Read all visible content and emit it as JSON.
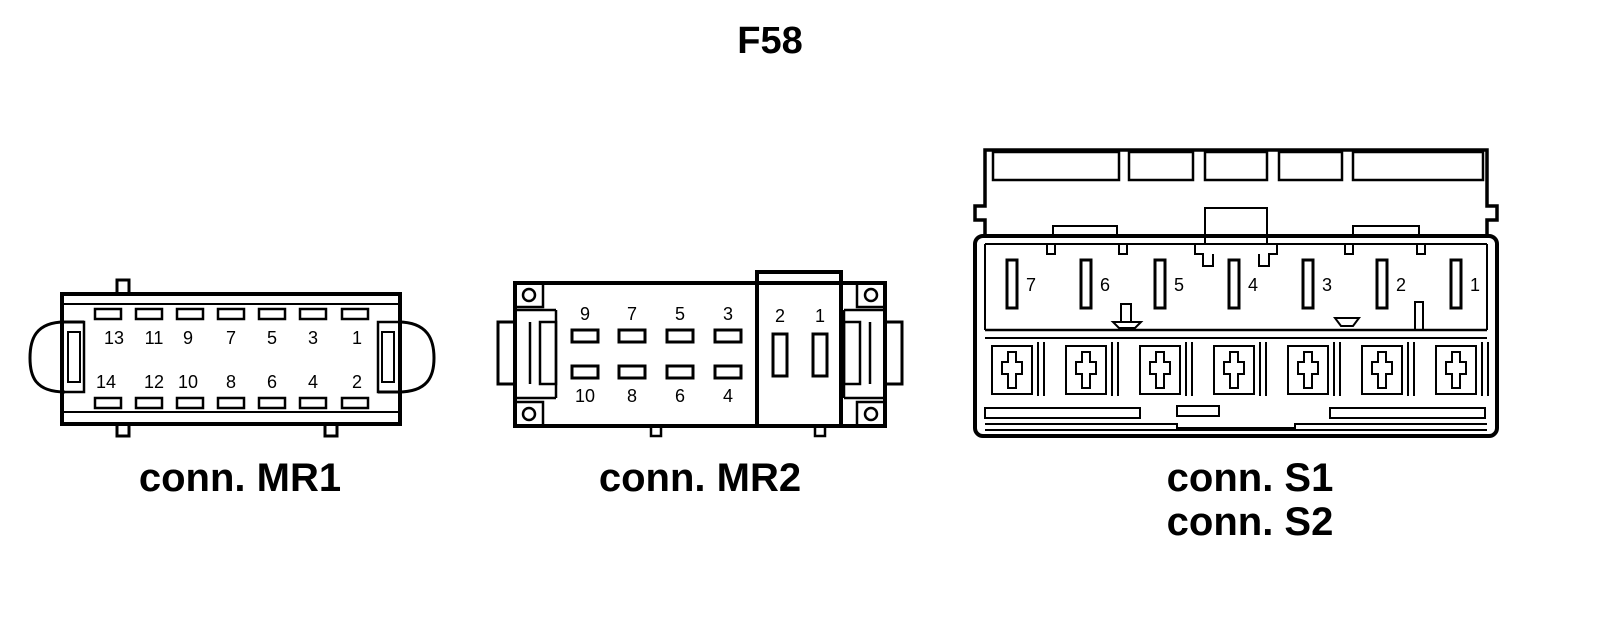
{
  "title": "F58",
  "connectors": {
    "mr1": {
      "caption": "conn. MR1",
      "top_pins": [
        "13",
        "11",
        "9",
        "7",
        "5",
        "3",
        "1"
      ],
      "bottom_pins": [
        "14",
        "12",
        "10",
        "8",
        "6",
        "4",
        "2"
      ]
    },
    "mr2": {
      "caption": "conn. MR2",
      "top_pins": [
        "9",
        "7",
        "5",
        "3"
      ],
      "bottom_pins": [
        "10",
        "8",
        "6",
        "4"
      ],
      "side_pins": [
        "2",
        "1"
      ]
    },
    "s": {
      "caption_1": "conn. S1",
      "caption_2": "conn. S2",
      "pins": [
        "7",
        "6",
        "5",
        "4",
        "3",
        "2",
        "1"
      ]
    }
  }
}
